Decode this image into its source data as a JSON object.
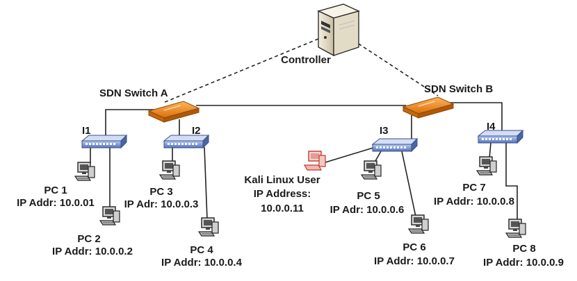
{
  "controller": {
    "label": "Controller"
  },
  "switches": [
    {
      "id": "A",
      "label": "SDN Switch A",
      "color": "#f08a1c"
    },
    {
      "id": "B",
      "label": "SDN Switch B",
      "color": "#f08a1c"
    }
  ],
  "hubs": [
    {
      "id": "I1",
      "label": "I1"
    },
    {
      "id": "I2",
      "label": "I2"
    },
    {
      "id": "I3",
      "label": "I3"
    },
    {
      "id": "I4",
      "label": "I4"
    }
  ],
  "hosts": [
    {
      "id": "pc1",
      "name": "PC 1",
      "ip": "IP Addr: 10.0.01"
    },
    {
      "id": "pc2",
      "name": "PC 2",
      "ip": "IP Addr: 10.0.0.2"
    },
    {
      "id": "pc3",
      "name": "PC 3",
      "ip": "IP Adr: 10.0.0.3"
    },
    {
      "id": "pc4",
      "name": "PC 4",
      "ip": "IP Addr: 10.0.0.4"
    },
    {
      "id": "kali",
      "name": "Kali Linux User",
      "ip_line1": "IP Address:",
      "ip_line2": "10.0.0.11"
    },
    {
      "id": "pc5",
      "name": "PC 5",
      "ip": "IP Adr: 10.0.0.6"
    },
    {
      "id": "pc6",
      "name": "PC 6",
      "ip": "IP Addr: 10.0.0.7"
    },
    {
      "id": "pc7",
      "name": "PC 7",
      "ip": "IP Addr: 10.0.0.8"
    },
    {
      "id": "pc8",
      "name": "PC 8",
      "ip": "IP Addr: 10.0.0.9"
    }
  ],
  "colors": {
    "switch": "#f08a1c",
    "hub": "#6f8fd0",
    "attacker": "#d9534f",
    "pc": "#3a3a3a"
  },
  "icons": {
    "controller": "server-icon",
    "switch": "sdn-switch-icon",
    "hub": "hub-icon",
    "pc": "workstation-icon",
    "attacker": "attacker-workstation-icon"
  }
}
